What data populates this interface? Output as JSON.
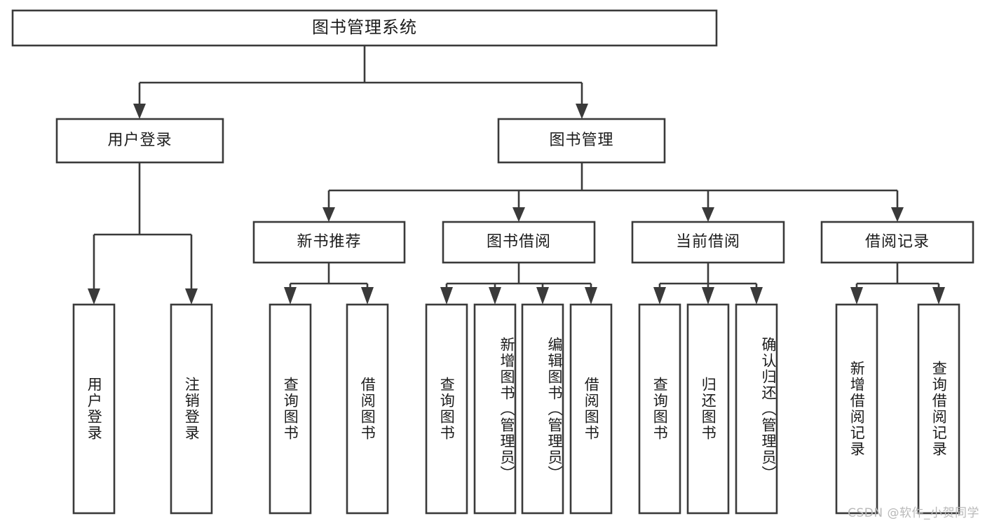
{
  "diagram": {
    "title": "图书管理系统",
    "type": "hierarchy-tree",
    "colors": {
      "stroke": "#3a3a3a",
      "box_fill": "#ffffff",
      "text": "#1c1c1c",
      "background": "#ffffff",
      "watermark": "#b9b9b9"
    },
    "root": {
      "label": "图书管理系统"
    },
    "level2": [
      {
        "label": "用户登录"
      },
      {
        "label": "图书管理"
      }
    ],
    "level3": [
      {
        "label": "新书推荐"
      },
      {
        "label": "图书借阅"
      },
      {
        "label": "当前借阅"
      },
      {
        "label": "借阅记录"
      }
    ],
    "leaves": [
      {
        "label": "用户登录"
      },
      {
        "label": "注销登录"
      },
      {
        "label": "查询图书"
      },
      {
        "label": "借阅图书"
      },
      {
        "label": "查询图书"
      },
      {
        "label": "新增图书（管理员）"
      },
      {
        "label": "编辑图书（管理员）"
      },
      {
        "label": "借阅图书"
      },
      {
        "label": "查询图书"
      },
      {
        "label": "归还图书"
      },
      {
        "label": "确认归还（管理员）"
      },
      {
        "label": "新增借阅记录"
      },
      {
        "label": "查询借阅记录"
      }
    ]
  },
  "watermark": {
    "text": "CSDN @软件_小贺同学"
  }
}
